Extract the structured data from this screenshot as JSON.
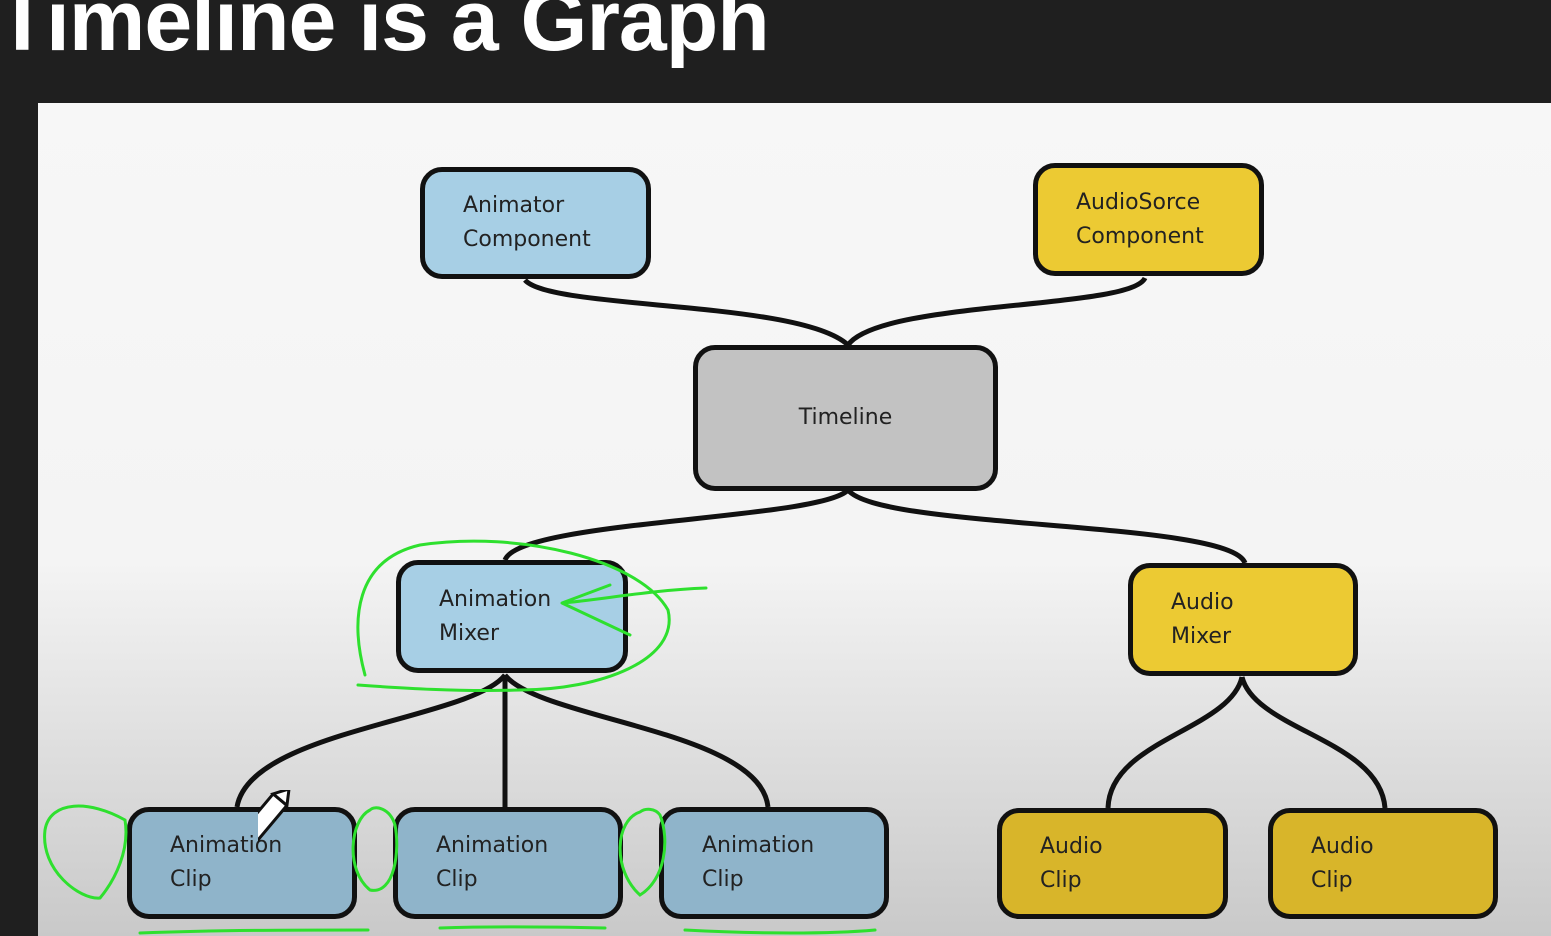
{
  "title": "Timeline is a Graph",
  "nodes": {
    "animator": {
      "line1": "Animator",
      "line2": "Component"
    },
    "audiosource": {
      "line1": "AudioSorce",
      "line2": "Component"
    },
    "timeline": {
      "line1": "Timeline"
    },
    "animation_mixer": {
      "line1": "Animation",
      "line2": "Mixer"
    },
    "audio_mixer": {
      "line1": "Audio",
      "line2": "Mixer"
    },
    "animation_clips": [
      {
        "line1": "Animation",
        "line2": "Clip"
      },
      {
        "line1": "Animation",
        "line2": "Clip"
      },
      {
        "line1": "Animation",
        "line2": "Clip"
      }
    ],
    "audio_clips": [
      {
        "line1": "Audio",
        "line2": "Clip"
      },
      {
        "line1": "Audio",
        "line2": "Clip"
      }
    ]
  },
  "colors": {
    "animation": "#a7cfe5",
    "audio": "#ecca33",
    "timeline": "#c2c2c2",
    "annotation": "#22dd22"
  }
}
